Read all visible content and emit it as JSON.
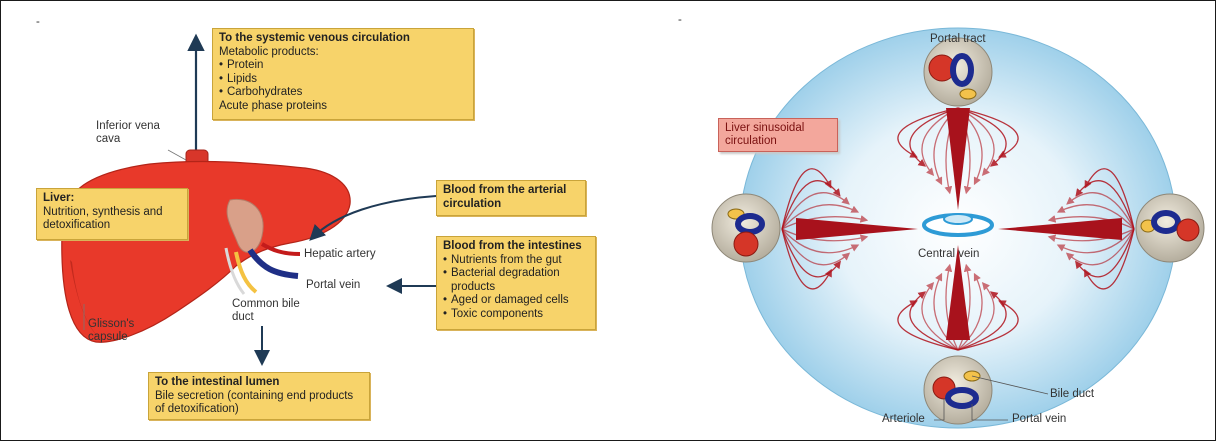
{
  "left_panel": {
    "dash": "-",
    "systemic_box": {
      "title": "To the systemic venous circulation",
      "line1": "Metabolic products:",
      "bullets": [
        "Protein",
        "Lipids",
        "Carbohydrates"
      ],
      "line2": "Acute phase proteins"
    },
    "liver_box": {
      "title": "Liver:",
      "text": "Nutrition, synthesis and detoxification"
    },
    "arterial_box": {
      "title": "Blood from the arterial circulation"
    },
    "intestines_box": {
      "title": "Blood from the intestines",
      "bullets": [
        "Nutrients from the gut",
        "Bacterial degradation products",
        "Aged or damaged cells",
        "Toxic components"
      ]
    },
    "lumen_box": {
      "title": "To the intestinal lumen",
      "text": "Bile secretion (containing end products of detoxification)"
    },
    "labels": {
      "ivc": "Inferior vena cava",
      "hepatic_artery": "Hepatic artery",
      "portal_vein": "Portal vein",
      "common_bile_duct": "Common bile duct",
      "glissons": "Glisson's capsule"
    },
    "colors": {
      "liver": "#e8392a",
      "box_fill": "#f7d36a",
      "arrow": "#1f3a55"
    }
  },
  "right_panel": {
    "dash": "-",
    "sinusoidal_label": "Liver sinusoidal circulation",
    "labels": {
      "portal_tract": "Portal tract",
      "central_vein": "Central vein",
      "bile_duct": "Bile duct",
      "arteriole": "Arteriole",
      "portal_vein": "Portal vein"
    },
    "colors": {
      "lobule": "#a9d3ea",
      "flow": "#b0121c",
      "vein": "#2e9bd6"
    }
  }
}
